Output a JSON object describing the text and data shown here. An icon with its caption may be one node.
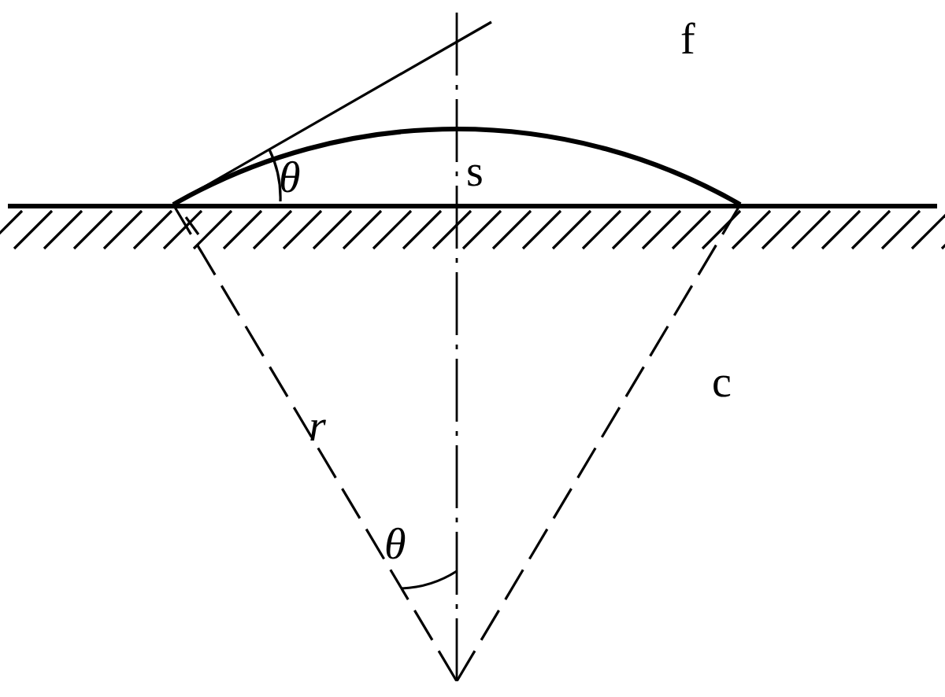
{
  "diagram": {
    "labels": [
      "f",
      "θ",
      "s",
      "c",
      "r",
      "θ"
    ]
  }
}
